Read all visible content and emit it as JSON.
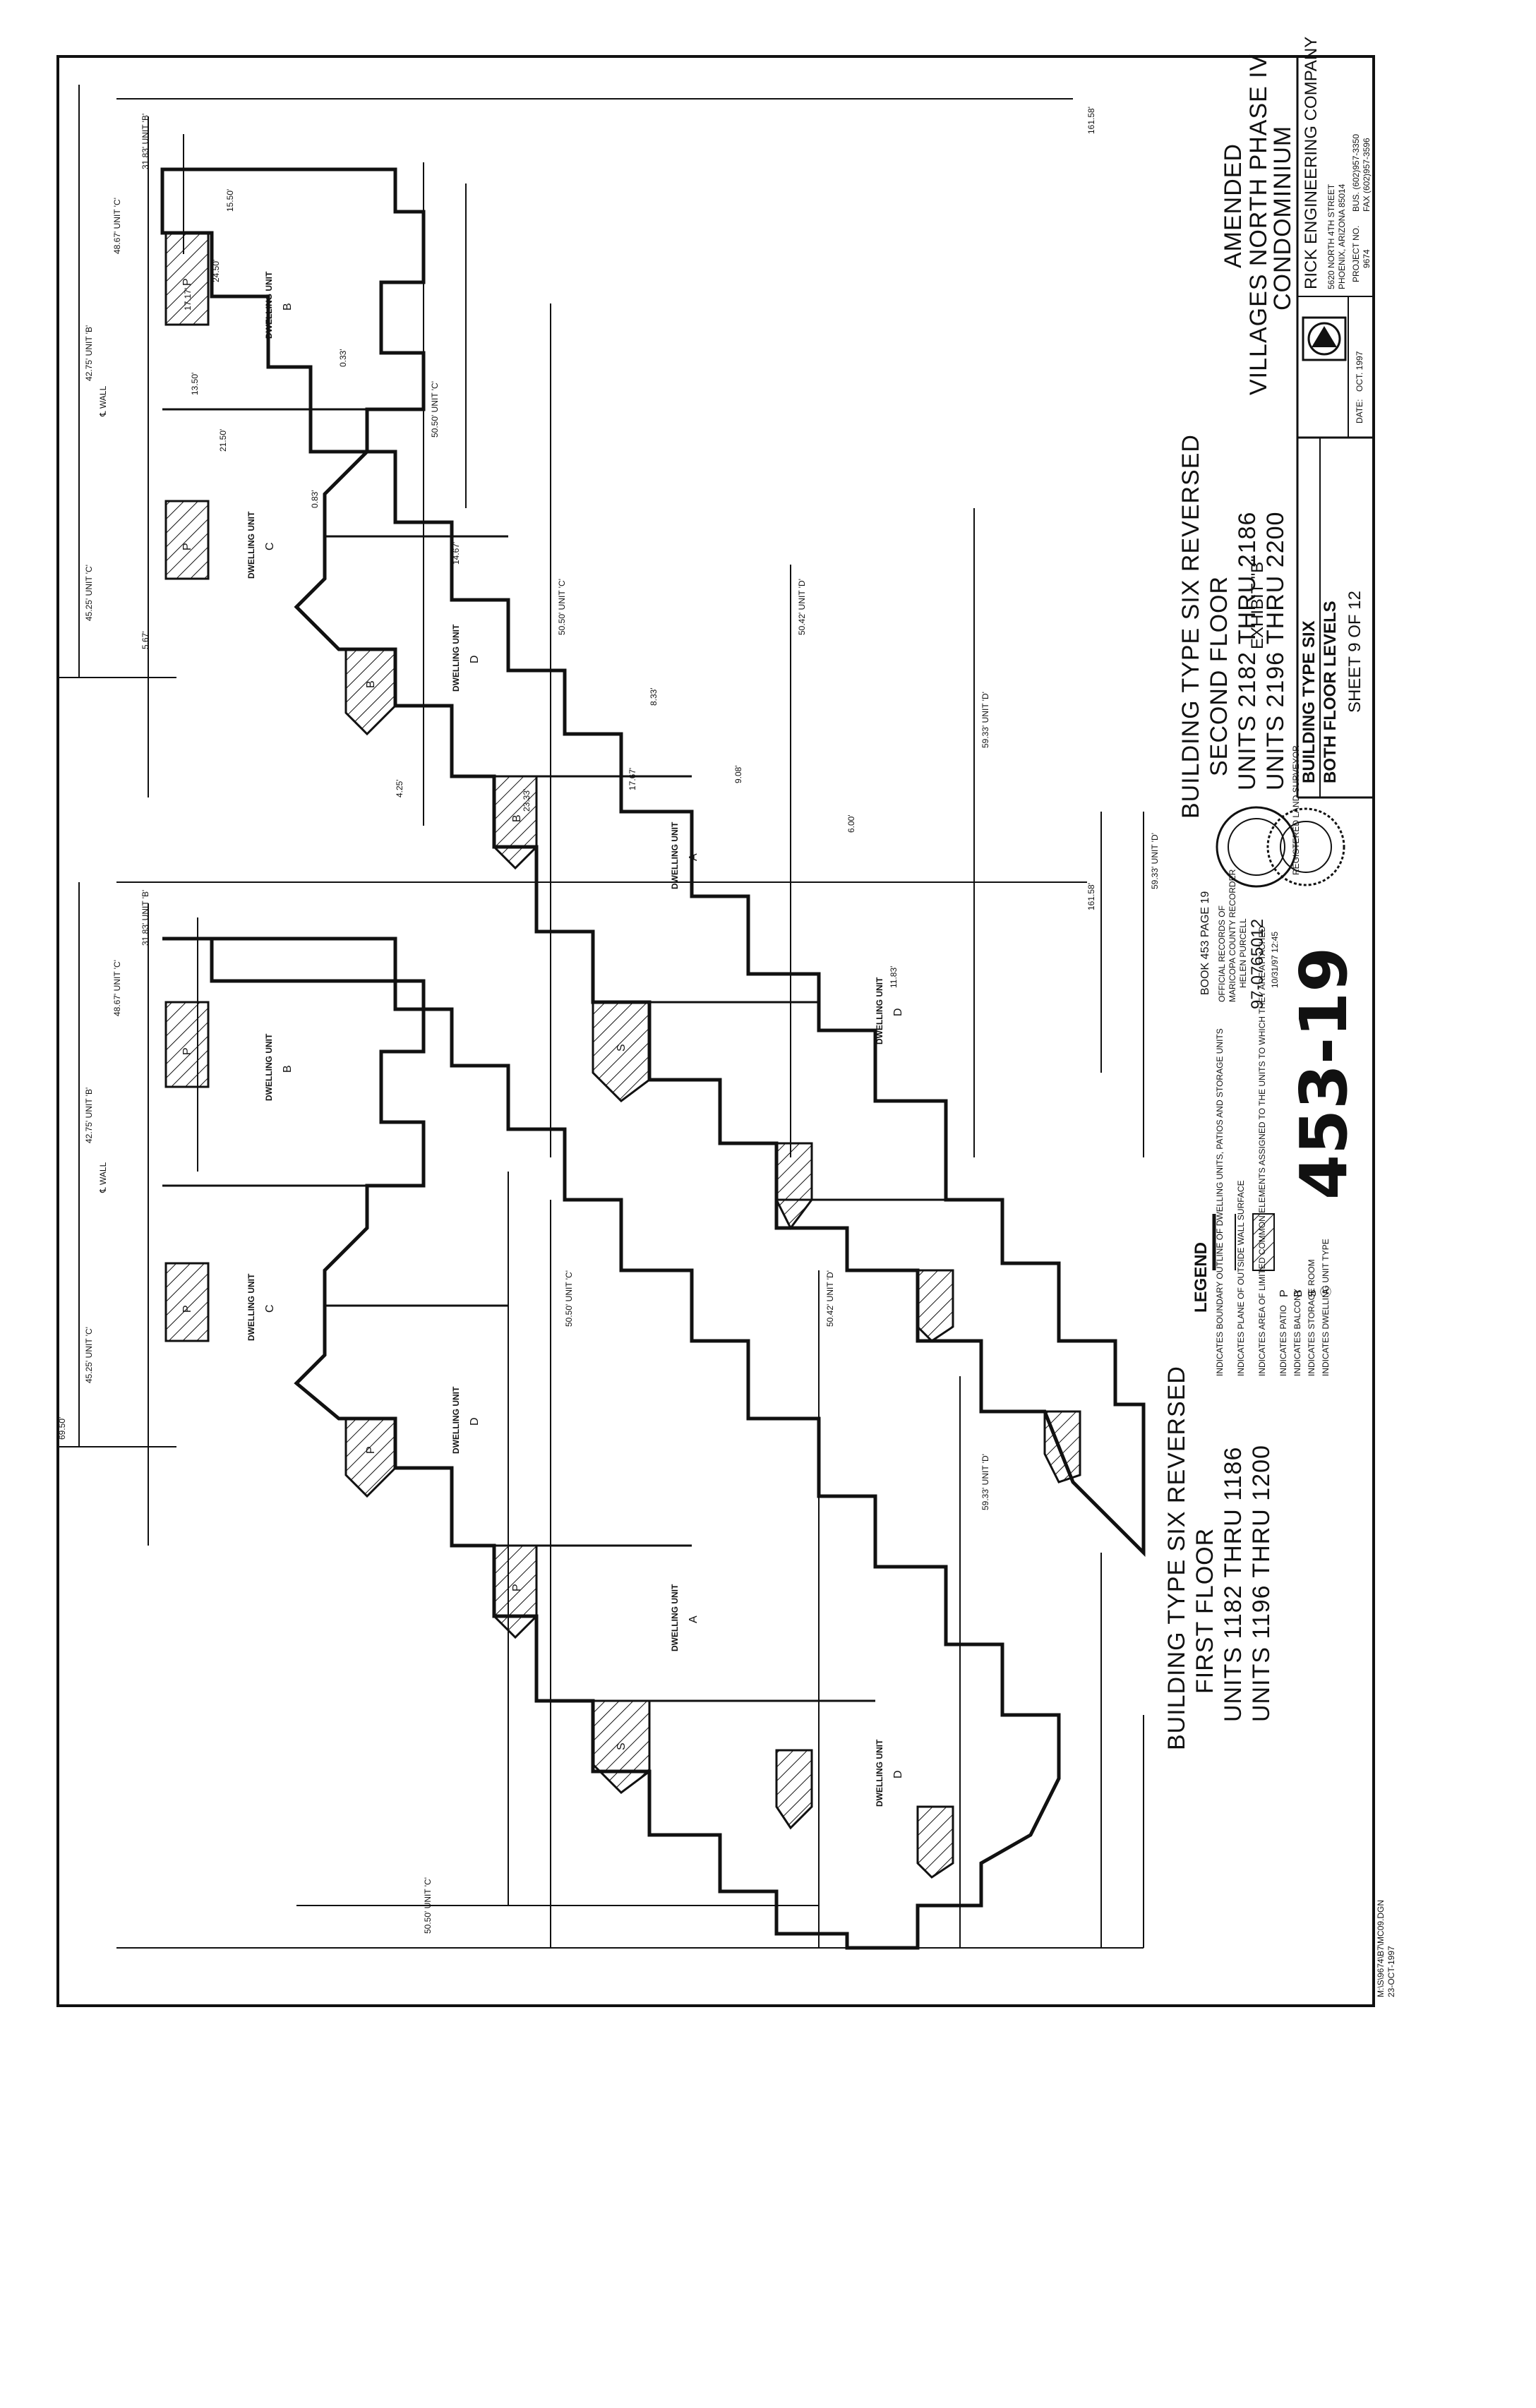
{
  "second_floor": {
    "title1": "BUILDING TYPE SIX REVERSED",
    "title2": "SECOND FLOOR",
    "units1": "UNITS 2182 THRU 2186",
    "units2": "UNITS 2196 THRU 2200"
  },
  "first_floor": {
    "title1": "BUILDING TYPE SIX REVERSED",
    "title2": "FIRST FLOOR",
    "units1": "UNITS 1182 THRU 1186",
    "units2": "UNITS 1196 THRU 1200"
  },
  "project": {
    "line1": "AMENDED",
    "line2": "VILLAGES NORTH PHASE IV",
    "line3": "CONDOMINIUM"
  },
  "exhibit": "EXHIBIT \"B\"",
  "title_block": {
    "sheet_title1": "BUILDING TYPE SIX",
    "sheet_title2": "BOTH FLOOR LEVELS",
    "sheet_number": "SHEET 9 OF 12",
    "company": "RICK ENGINEERING COMPANY",
    "address1": "5620 NORTH 4TH STREET",
    "address2": "PHOENIX, ARIZONA 85014",
    "bus": "BUS. (602)957-3350",
    "fax": "FAX (602)957-3596",
    "date_label": "DATE:",
    "date": "OCT. 1997",
    "project_no_label": "PROJECT NO.",
    "project_no": "9674"
  },
  "legend": {
    "title": "LEGEND",
    "items": [
      {
        "symbol": "",
        "text": "INDICATES BOUNDARY OUTLINE OF DWELLING UNITS, PATIOS AND STORAGE UNITS"
      },
      {
        "symbol": "",
        "text": "INDICATES PLANE OF OUTSIDE WALL SURFACE"
      },
      {
        "symbol": "",
        "text": "INDICATES AREA OF LIMITED COMMON ELEMENTS ASSIGNED TO THE UNITS TO WHICH THEY ARE ATTACHED"
      },
      {
        "symbol": "P",
        "text": "INDICATES PATIO"
      },
      {
        "symbol": "B",
        "text": "INDICATES BALCONY"
      },
      {
        "symbol": "S",
        "text": "INDICATES STORAGE ROOM"
      },
      {
        "symbol": "Ⓐ",
        "text": "INDICATES DWELLING UNIT TYPE"
      }
    ]
  },
  "recording": {
    "book": "BOOK 453 PAGE 19",
    "records1": "OFFICIAL RECORDS OF",
    "records2": "MARICOPA COUNTY RECORDER",
    "records3": "HELEN PURCELL",
    "docnum": "97-0765012",
    "dated": "10/31/97   12:45",
    "handwritten": "453-19"
  },
  "file_ref": {
    "line1": "M:\\S\\9674\\B7\\MC09.DGN",
    "line2": "23-OCT-1997"
  },
  "dims": {
    "overall_h": "69.50'",
    "overall_w": "161.58'",
    "unit_c_w": "48.67' UNIT 'C'",
    "unit_b_w": "31.83' UNIT 'B'",
    "unit_b_d": "42.75' UNIT 'B'",
    "unit_c_d": "45.25' UNIT 'C'",
    "cl_wall": "℄ WALL",
    "u50": "50.50' UNIT 'C'",
    "u50b": "50.50' UNIT 'C'",
    "u5042": "50.42' UNIT 'D'",
    "u5933a": "59.33' UNIT 'D'",
    "u5933b": "59.33' UNIT 'D'",
    "u5933c": "59.33' UNIT 'D'",
    "d2450": "24.50'",
    "d2150": "21.50'",
    "d1350": "13.50'",
    "d1717": "17.17'",
    "d1550": "15.50'",
    "d1183": "11.83'",
    "d1467": "14.67'",
    "d1767": "17.67'",
    "d2333": "23.33'",
    "d033": "0.33'",
    "d083": "0.83'",
    "d833": "8.33'",
    "d908": "9.08'",
    "d600": "6.00'",
    "d567": "5.67'",
    "d425": "4.25'"
  },
  "unit_label": "DWELLING UNIT",
  "unit_types": [
    "B",
    "C",
    "D",
    "A"
  ],
  "space_codes": {
    "patio": "P",
    "balcony": "B",
    "storage": "S"
  },
  "seal_text": "REGISTERED LAND SURVEYOR"
}
